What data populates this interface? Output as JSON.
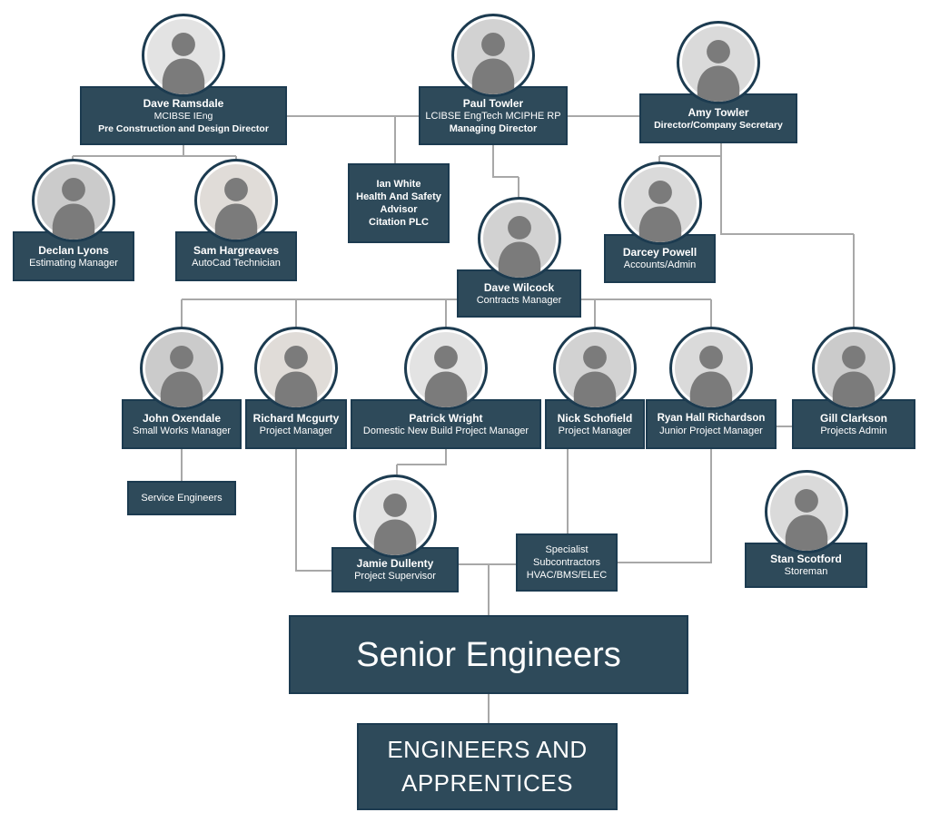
{
  "colors": {
    "box_fill": "#2E4A5A",
    "box_border": "#1C3B50",
    "connector_line": "#A8A8A8",
    "photo_ring": "#1C3B50",
    "text": "#FFFFFF",
    "background": "#FFFFFF"
  },
  "org": {
    "nodes": [
      {
        "id": "dave-ramsdale",
        "lines": [
          {
            "text": "Dave Ramsdale",
            "bold": true
          },
          {
            "text": "MCIBSE IEng",
            "bold": false
          },
          {
            "text": "Pre Construction and Design Director",
            "bold": true
          }
        ]
      },
      {
        "id": "paul-towler",
        "lines": [
          {
            "text": "Paul Towler",
            "bold": true
          },
          {
            "text": "LCIBSE EngTech MCIPHE RP",
            "bold": false
          },
          {
            "text": "Managing Director",
            "bold": true
          }
        ]
      },
      {
        "id": "amy-towler",
        "lines": [
          {
            "text": "Amy Towler",
            "bold": true
          },
          {
            "text": "Director/Company Secretary",
            "bold": true
          }
        ]
      },
      {
        "id": "declan-lyons",
        "lines": [
          {
            "text": "Declan Lyons",
            "bold": true
          },
          {
            "text": "Estimating Manager",
            "bold": false
          }
        ]
      },
      {
        "id": "sam-hargreaves",
        "lines": [
          {
            "text": "Sam Hargreaves",
            "bold": true
          },
          {
            "text": "AutoCad Technician",
            "bold": false
          }
        ]
      },
      {
        "id": "ian-white",
        "lines": [
          {
            "text": "Ian White",
            "bold": true
          },
          {
            "text": "Health And Safety",
            "bold": true
          },
          {
            "text": "Advisor",
            "bold": true
          },
          {
            "text": "Citation PLC",
            "bold": true
          }
        ]
      },
      {
        "id": "dave-wilcock",
        "lines": [
          {
            "text": "Dave Wilcock",
            "bold": true
          },
          {
            "text": "Contracts Manager",
            "bold": false
          }
        ]
      },
      {
        "id": "darcey-powell",
        "lines": [
          {
            "text": "Darcey Powell",
            "bold": true
          },
          {
            "text": "Accounts/Admin",
            "bold": false
          }
        ]
      },
      {
        "id": "john-oxendale",
        "lines": [
          {
            "text": "John Oxendale",
            "bold": true
          },
          {
            "text": "Small Works Manager",
            "bold": false
          }
        ]
      },
      {
        "id": "richard-mcgurty",
        "lines": [
          {
            "text": "Richard Mcgurty",
            "bold": true
          },
          {
            "text": "Project Manager",
            "bold": false
          }
        ]
      },
      {
        "id": "patrick-wright",
        "lines": [
          {
            "text": "Patrick Wright",
            "bold": true
          },
          {
            "text": "Domestic New Build Project Manager",
            "bold": false
          }
        ]
      },
      {
        "id": "nick-schofield",
        "lines": [
          {
            "text": "Nick Schofield",
            "bold": true
          },
          {
            "text": "Project Manager",
            "bold": false
          }
        ]
      },
      {
        "id": "ryan-hall-richardson",
        "lines": [
          {
            "text": "Ryan Hall Richardson",
            "bold": true
          },
          {
            "text": "Junior Project Manager",
            "bold": false
          }
        ]
      },
      {
        "id": "gill-clarkson",
        "lines": [
          {
            "text": "Gill Clarkson",
            "bold": true
          },
          {
            "text": "Projects Admin",
            "bold": false
          }
        ]
      },
      {
        "id": "service-engineers",
        "lines": [
          {
            "text": "Service Engineers",
            "bold": false
          }
        ]
      },
      {
        "id": "jamie-dullenty",
        "lines": [
          {
            "text": "Jamie Dullenty",
            "bold": true
          },
          {
            "text": "Project Supervisor",
            "bold": false
          }
        ]
      },
      {
        "id": "specialist-subcontractors",
        "lines": [
          {
            "text": "Specialist",
            "bold": false
          },
          {
            "text": "Subcontractors",
            "bold": false
          },
          {
            "text": "HVAC/BMS/ELEC",
            "bold": false
          }
        ]
      },
      {
        "id": "stan-scotford",
        "lines": [
          {
            "text": "Stan Scotford",
            "bold": true
          },
          {
            "text": "Storeman",
            "bold": false
          }
        ]
      },
      {
        "id": "senior-engineers",
        "lines": [
          {
            "text": "Senior Engineers",
            "bold": false
          }
        ]
      },
      {
        "id": "engineers-apprentices",
        "lines": [
          {
            "text": "ENGINEERS AND",
            "bold": false
          },
          {
            "text": "APPRENTICES",
            "bold": false
          }
        ]
      }
    ]
  }
}
